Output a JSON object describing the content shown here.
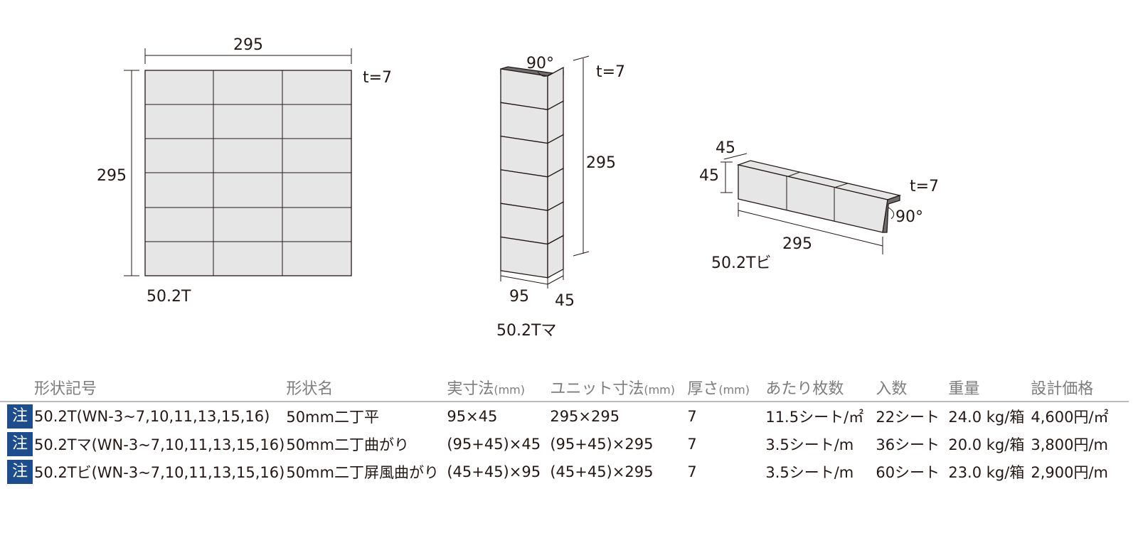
{
  "drawings": {
    "flat": {
      "code": "50.2T",
      "width": "295",
      "height": "295",
      "thickness": "t=7"
    },
    "corner": {
      "code": "50.2Tマ",
      "angle": "90°",
      "thickness": "t=7",
      "height": "295",
      "face_width": "95",
      "return_width": "45"
    },
    "bullnose": {
      "code": "50.2Tビ",
      "top_depth": "45",
      "side_depth": "45",
      "thickness": "t=7",
      "angle": "90°",
      "length": "295"
    }
  },
  "table": {
    "headers": [
      {
        "main": "形状記号",
        "unit": ""
      },
      {
        "main": "形状名",
        "unit": ""
      },
      {
        "main": "実寸法",
        "unit": "(mm)"
      },
      {
        "main": "ユニット寸法",
        "unit": "(mm)"
      },
      {
        "main": "厚さ",
        "unit": "(mm)"
      },
      {
        "main": "あたり枚数",
        "unit": ""
      },
      {
        "main": "入数",
        "unit": ""
      },
      {
        "main": "重量",
        "unit": ""
      },
      {
        "main": "設計価格",
        "unit": ""
      }
    ],
    "rows": [
      {
        "mark": "注",
        "code": "50.2T(WN-3~7,10,11,13,15,16)",
        "name": "50mm二丁平",
        "actual": "95×45",
        "unit": "295×295",
        "thickness": "7",
        "per_area": "11.5シート/㎡",
        "count": "22シート",
        "weight": "24.0 kg/箱",
        "price": "4,600円/㎡"
      },
      {
        "mark": "注",
        "code": "50.2Tマ(WN-3~7,10,11,13,15,16)",
        "name": "50mm二丁曲がり",
        "actual": "(95+45)×45",
        "unit": "(95+45)×295",
        "thickness": "7",
        "per_area": "3.5シート/m",
        "count": "36シート",
        "weight": "20.0 kg/箱",
        "price": "3,800円/m"
      },
      {
        "mark": "注",
        "code": "50.2Tビ(WN-3~7,10,11,13,15,16)",
        "name": "50mm二丁屏風曲がり",
        "actual": "(45+45)×95",
        "unit": "(45+45)×295",
        "thickness": "7",
        "per_area": "3.5シート/m",
        "count": "60シート",
        "weight": "23.0 kg/箱",
        "price": "2,900円/m"
      }
    ]
  }
}
